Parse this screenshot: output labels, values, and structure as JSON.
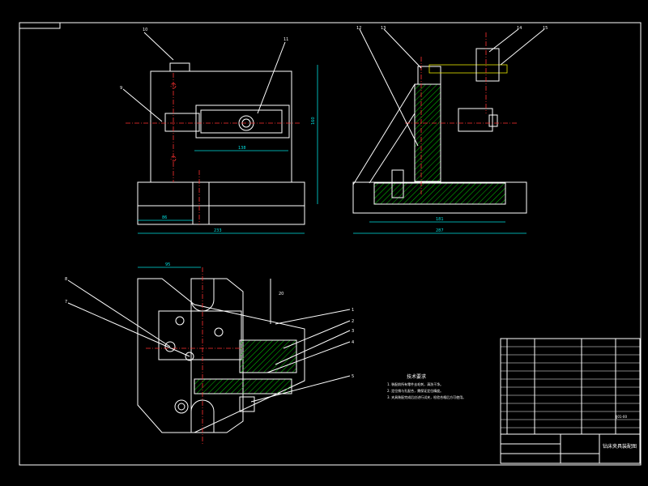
{
  "drawing": {
    "dimensions": {
      "front_width": "233",
      "front_base_left": "86",
      "front_slot": "138",
      "front_height": "160",
      "side_inner": "181",
      "side_width": "287",
      "top_offset": "95",
      "top_small": "20"
    },
    "balloons": {
      "front_top": "10",
      "front_right": "11",
      "front_left": "9",
      "side_a": "12",
      "side_b": "13",
      "side_c": "14",
      "side_d": "15",
      "top_a": "8",
      "top_b": "7",
      "top_1": "1",
      "top_2": "2",
      "top_3": "3",
      "top_4": "4",
      "top_5": "5"
    },
    "notes": {
      "title": "技术要求",
      "lines": [
        "1. 装配前所有零件去毛刺，清洗干净。",
        "2. 定位销与孔配合，需保证定位精度。",
        "3. 夹具装配完成后应进行试夹，检验合格后方可使用。"
      ]
    },
    "title_block": {
      "drawing_title": "钻床夹具装配图",
      "code": "JJ01-00"
    }
  }
}
